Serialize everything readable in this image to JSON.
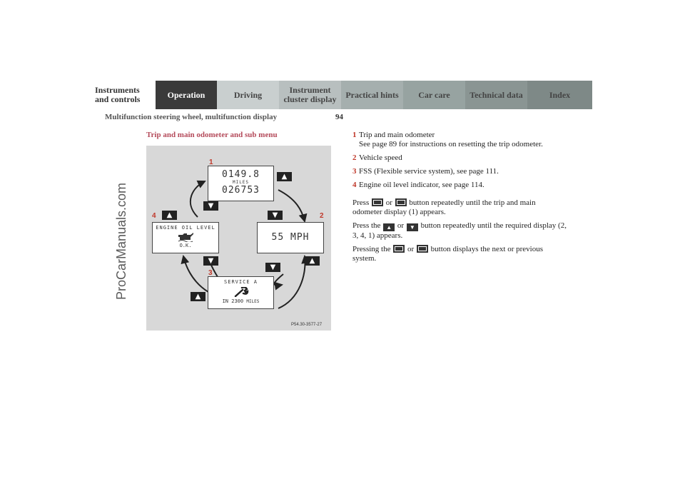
{
  "watermark": "ProCarManuals.com",
  "tabs": [
    {
      "label": "Instruments and controls"
    },
    {
      "label": "Operation"
    },
    {
      "label": "Driving"
    },
    {
      "label": "Instrument cluster display"
    },
    {
      "label": "Practical hints"
    },
    {
      "label": "Car care"
    },
    {
      "label": "Technical data"
    },
    {
      "label": "Index"
    }
  ],
  "header": {
    "section_title": "Multifunction steering wheel, multifunction display",
    "page_number": "94"
  },
  "figure": {
    "heading": "Trip and main odometer and sub menu",
    "code": "P54.30-3577-27",
    "callouts": [
      "1",
      "2",
      "3",
      "4"
    ],
    "odometer": {
      "trip": "0149.8",
      "unit": "MILES",
      "total": "026753"
    },
    "speed": {
      "text": "55 MPH"
    },
    "oil": {
      "title": "ENGINE OIL LEVEL",
      "status": "O.K."
    },
    "service": {
      "title": "SERVICE A",
      "in": "IN 2300",
      "unit": "MILES"
    }
  },
  "content": {
    "items": [
      {
        "num": "1",
        "text": "Trip and main odometer",
        "sub": "See page 89 for instructions on resetting the trip odometer."
      },
      {
        "num": "2",
        "text": "Vehicle speed",
        "sub": ""
      },
      {
        "num": "3",
        "text": "FSS (Flexible service system), see page 111.",
        "sub": ""
      },
      {
        "num": "4",
        "text": "Engine oil level indicator, see page 114.",
        "sub": ""
      }
    ],
    "p1": {
      "a": "Press",
      "b": "or",
      "c": "button repeatedly until the trip and main odometer display (1) appears."
    },
    "p2": {
      "a": "Press the",
      "b": "or",
      "c": "button repeatedly until the required display (2, 3, 4, 1) appears."
    },
    "p3": {
      "a": "Pressing the",
      "b": "or",
      "c": "button displays the next or previous system."
    }
  },
  "icons": {
    "up": "triangle-up-button-icon",
    "down": "triangle-down-button-icon",
    "system": "system-key-icon",
    "wrench": "wrench-icon",
    "oil": "oil-can-icon"
  }
}
